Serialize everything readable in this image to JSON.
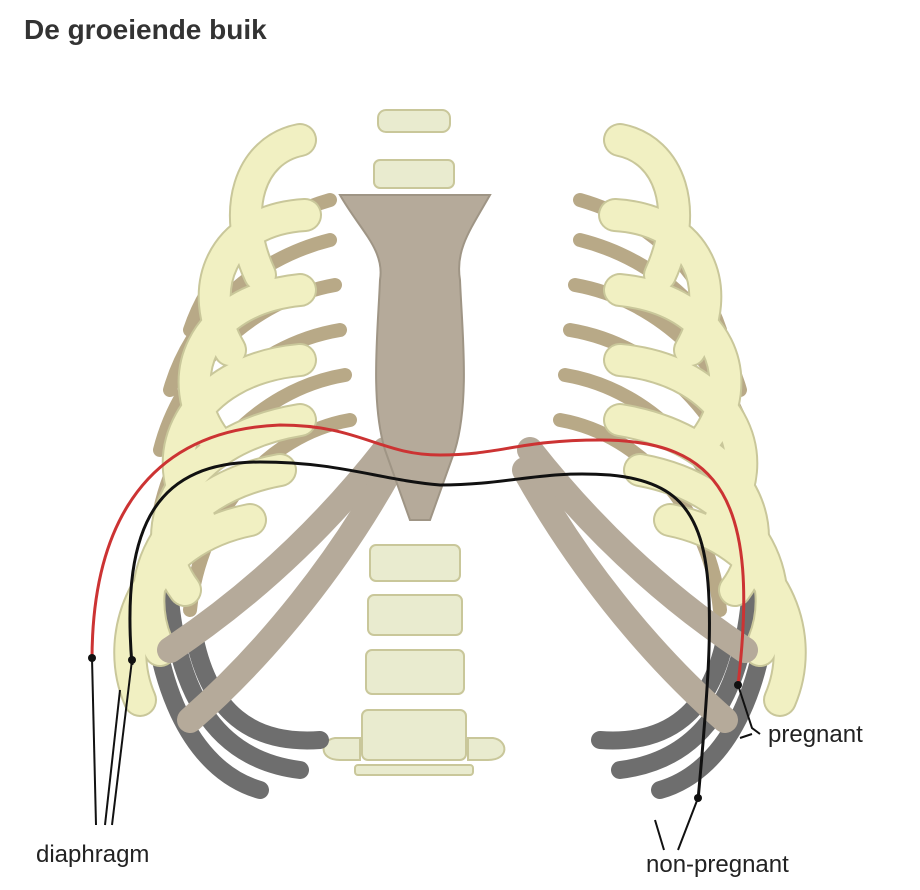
{
  "page": {
    "title": "De groeiende buik"
  },
  "diagram": {
    "labels": {
      "diaphragm": "diaphragm",
      "pregnant": "pregnant",
      "non_pregnant": "non-pregnant"
    },
    "colors": {
      "bone_light": "#f1f0c2",
      "bone_outline": "#c9c79a",
      "rib_back": "#b8a987",
      "cartilage_dark": "#6e6e6e",
      "sternum": "#b5aa9a",
      "spine": "#e9ebcf",
      "pregnant_line": "#cc3333",
      "non_pregnant_line": "#111111"
    }
  }
}
